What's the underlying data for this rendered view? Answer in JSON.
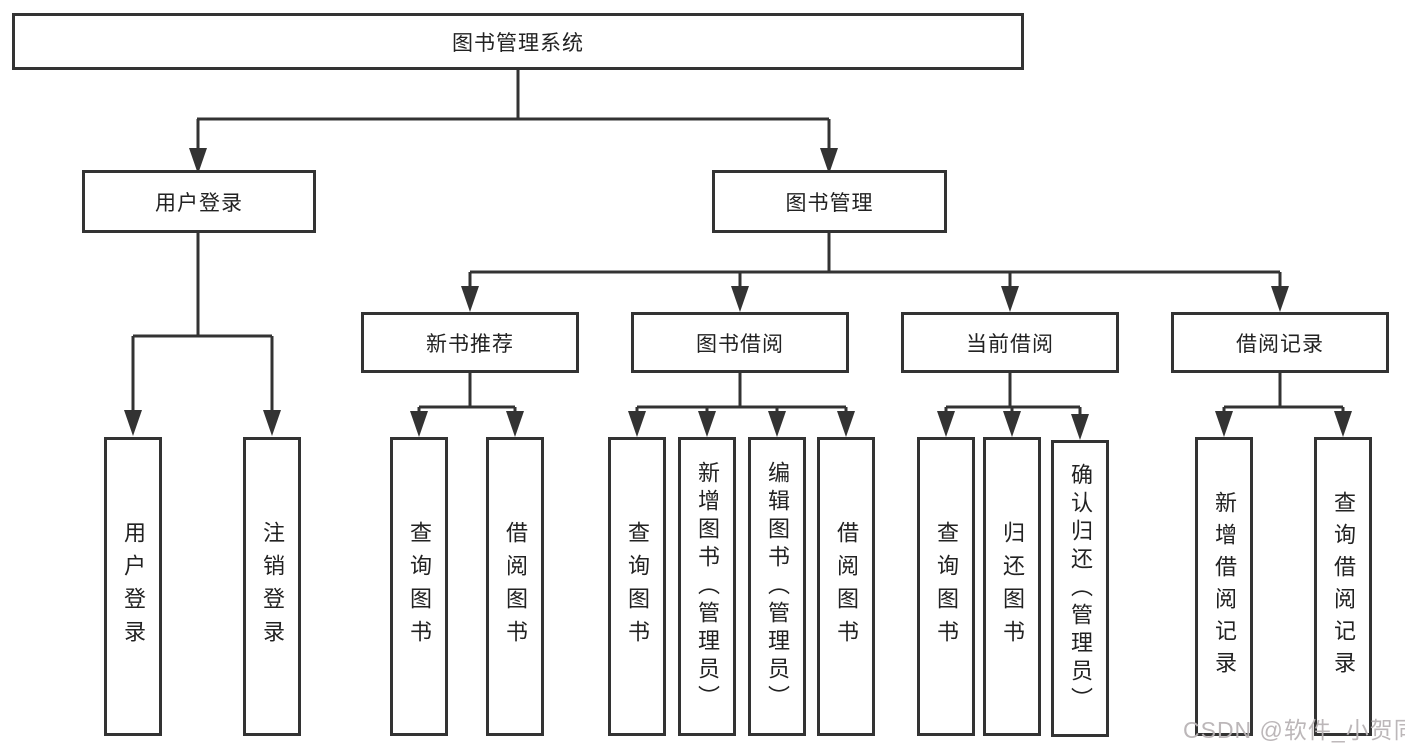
{
  "tree": {
    "root": {
      "label": "图书管理系统"
    },
    "user_login": {
      "label": "用户登录",
      "children": [
        "用户登录",
        "注销登录"
      ]
    },
    "book_mgmt": {
      "label": "图书管理",
      "new_book_rec": {
        "label": "新书推荐",
        "children": [
          "查询图书",
          "借阅图书"
        ]
      },
      "book_borrow": {
        "label": "图书借阅",
        "children": [
          "查询图书",
          "新增图书（管理员）",
          "编辑图书（管理员）",
          "借阅图书"
        ]
      },
      "current_borrow": {
        "label": "当前借阅",
        "children": [
          "查询图书",
          "归还图书",
          "确认归还（管理员）"
        ]
      },
      "borrow_record": {
        "label": "借阅记录",
        "children": [
          "新增借阅记录",
          "查询借阅记录"
        ]
      }
    }
  },
  "watermark": {
    "text": "CSDN @软件_小贺同学",
    "color": "#b9b4b6"
  },
  "colors": {
    "line": "#333333",
    "box_border": "#333333",
    "text": "#222222",
    "background": "#ffffff"
  }
}
